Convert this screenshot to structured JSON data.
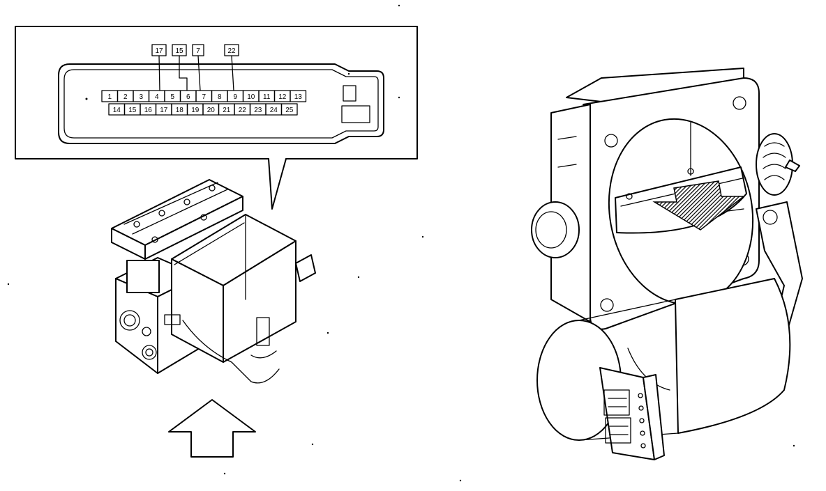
{
  "connector": {
    "row_top": [
      "1",
      "2",
      "3",
      "4",
      "5",
      "6",
      "7",
      "8",
      "9",
      "10",
      "11",
      "12",
      "13"
    ],
    "row_bottom": [
      "14",
      "15",
      "16",
      "17",
      "18",
      "19",
      "20",
      "21",
      "22",
      "23",
      "24",
      "25"
    ],
    "callouts": [
      "17",
      "15",
      "7",
      "22"
    ]
  },
  "colors": {
    "ink": "#000000",
    "background": "#ffffff"
  },
  "icons": [
    "ecu-module-drawing",
    "throttle-body-drawing",
    "direction-arrow-up",
    "airflow-arrow-down"
  ]
}
